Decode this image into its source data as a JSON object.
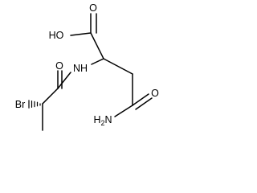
{
  "molecule": {
    "atom_labels": {
      "hydroxyl": "HO",
      "acid_carbonyl_o": "O",
      "amide_nh": "NH",
      "amide_carbonyl_o": "O",
      "bromine": "Br",
      "amine": "H2N",
      "terminal_amide_o": "O"
    },
    "stereo_bond": "hashed-wedge",
    "line_color": "#000000",
    "background": "#ffffff"
  }
}
